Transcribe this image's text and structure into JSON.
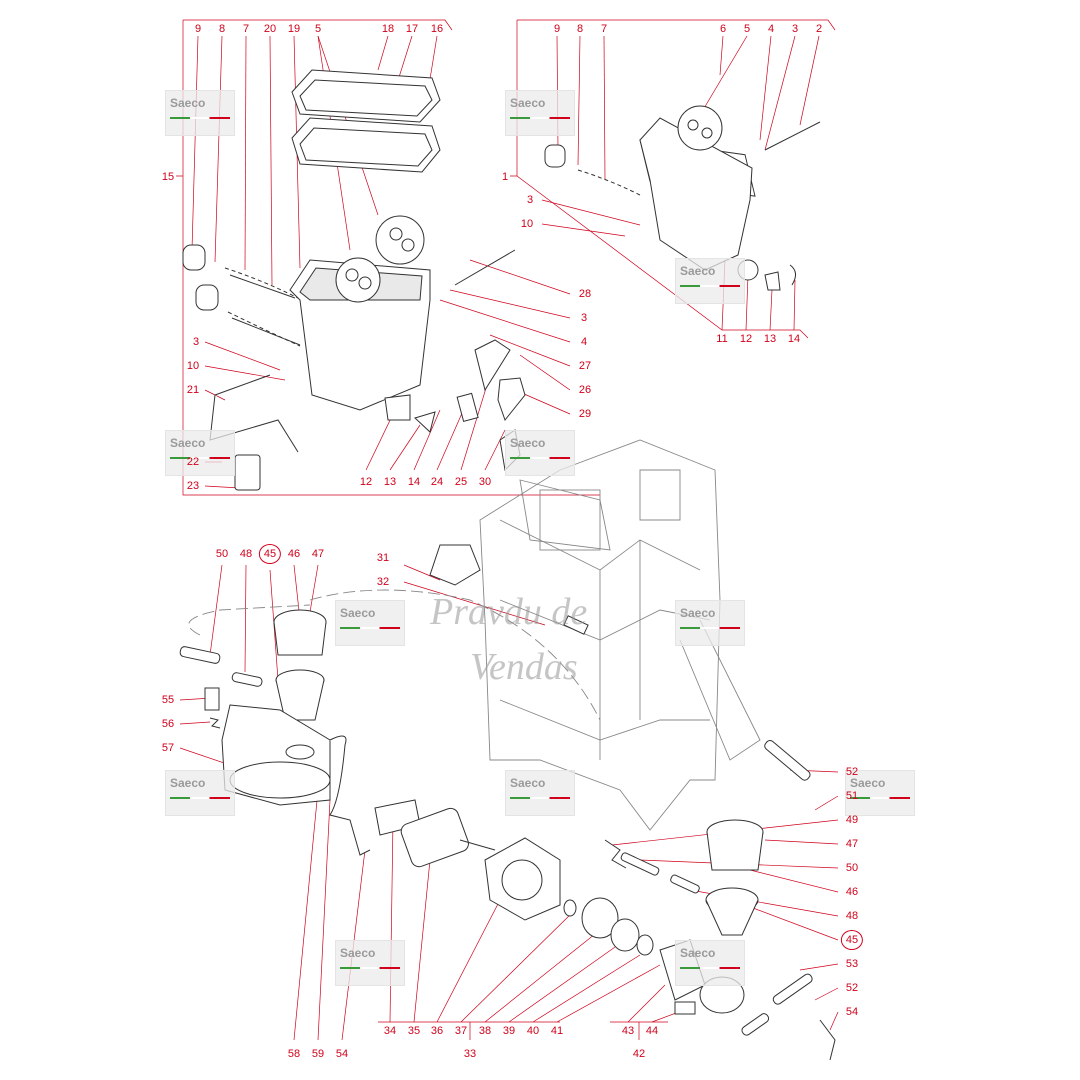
{
  "brand": {
    "logo_text": "Saeco",
    "logo_colors": [
      "#3a9a3a",
      "#ffffff",
      "#d0021b"
    ]
  },
  "watermark": {
    "line1": "Pravdu de",
    "line2": "Vendas"
  },
  "callout_color": "#d0021b",
  "callouts": {
    "top_left": [
      "9",
      "8",
      "7",
      "20",
      "19",
      "5",
      "18",
      "17",
      "16",
      "15",
      "3",
      "10",
      "21",
      "22",
      "23",
      "12",
      "13",
      "14",
      "24",
      "25",
      "30",
      "28",
      "3",
      "4",
      "27",
      "26",
      "29"
    ],
    "top_right": [
      "9",
      "8",
      "7",
      "6",
      "5",
      "4",
      "3",
      "2",
      "1",
      "3",
      "10",
      "11",
      "12",
      "13",
      "14"
    ],
    "middle": [
      "31",
      "32"
    ],
    "bottom_left": [
      "50",
      "48",
      "45",
      "46",
      "47",
      "55",
      "56",
      "57",
      "58",
      "59",
      "54"
    ],
    "bottom_center": [
      "34",
      "35",
      "36",
      "37",
      "38",
      "39",
      "40",
      "41",
      "33",
      "43",
      "44",
      "42"
    ],
    "bottom_right": [
      "52",
      "51",
      "49",
      "47",
      "50",
      "46",
      "48",
      "45",
      "53",
      "52",
      "54"
    ]
  }
}
